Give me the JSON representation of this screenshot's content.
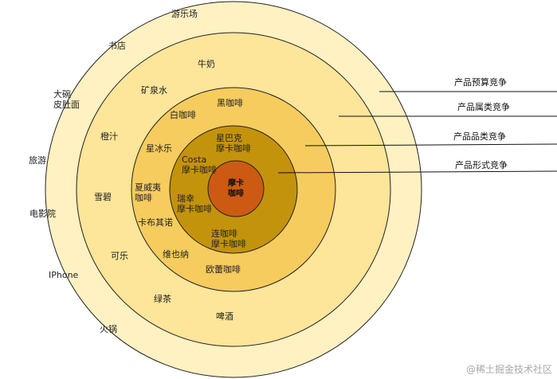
{
  "colors": {
    "ring1": "#FFF1C2",
    "ring2": "#FDE59A",
    "ring3": "#F6CC5E",
    "ring4": "#C4930C",
    "core": "#CC5A12",
    "stroke": "#222222"
  },
  "center_label": "摩卡\n咖啡",
  "side_labels": {
    "budget": "产品预算竞争",
    "category": "产品属类竞争",
    "class": "产品品类竞争",
    "form": "产品形式竞争"
  },
  "ring1_items": {
    "a": "游乐场",
    "b": "书店",
    "c": "大碗\n皮肚面",
    "d": "旅游",
    "e": "电影院",
    "f": "IPhone",
    "g": "火锅"
  },
  "ring2_items": {
    "a": "牛奶",
    "b": "矿泉水",
    "c": "橙汁",
    "d": "雪碧",
    "e": "可乐",
    "f": "绿茶",
    "g": "啤酒"
  },
  "ring3_items": {
    "a": "黑咖啡",
    "b": "白咖啡",
    "c": "星冰乐",
    "d": "夏威夷\n咖啡",
    "e": "卡布其诺",
    "f": "维也纳",
    "g": "欧蕾咖啡"
  },
  "ring4_items": {
    "a": "星巴克\n摩卡咖啡",
    "b": "Costa\n摩卡咖啡",
    "c": "瑞幸\n摩卡咖啡",
    "d": "连咖啡\n摩卡咖啡"
  },
  "watermark": "@稀土掘金技术社区"
}
